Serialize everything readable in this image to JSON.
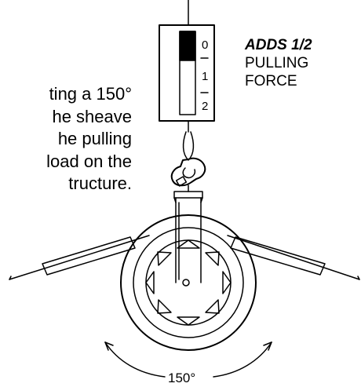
{
  "caption_lines": [
    "ting a 150°",
    "he sheave",
    "he pulling",
    " load on the",
    "tructure."
  ],
  "callout": {
    "highlight": "ADDS 1/2",
    "line2": "PULLING",
    "line3": "FORCE"
  },
  "scale_labels": [
    "0",
    "1",
    "2"
  ],
  "angle_label": "150°",
  "colors": {
    "ink": "#000000",
    "background": "#ffffff"
  }
}
